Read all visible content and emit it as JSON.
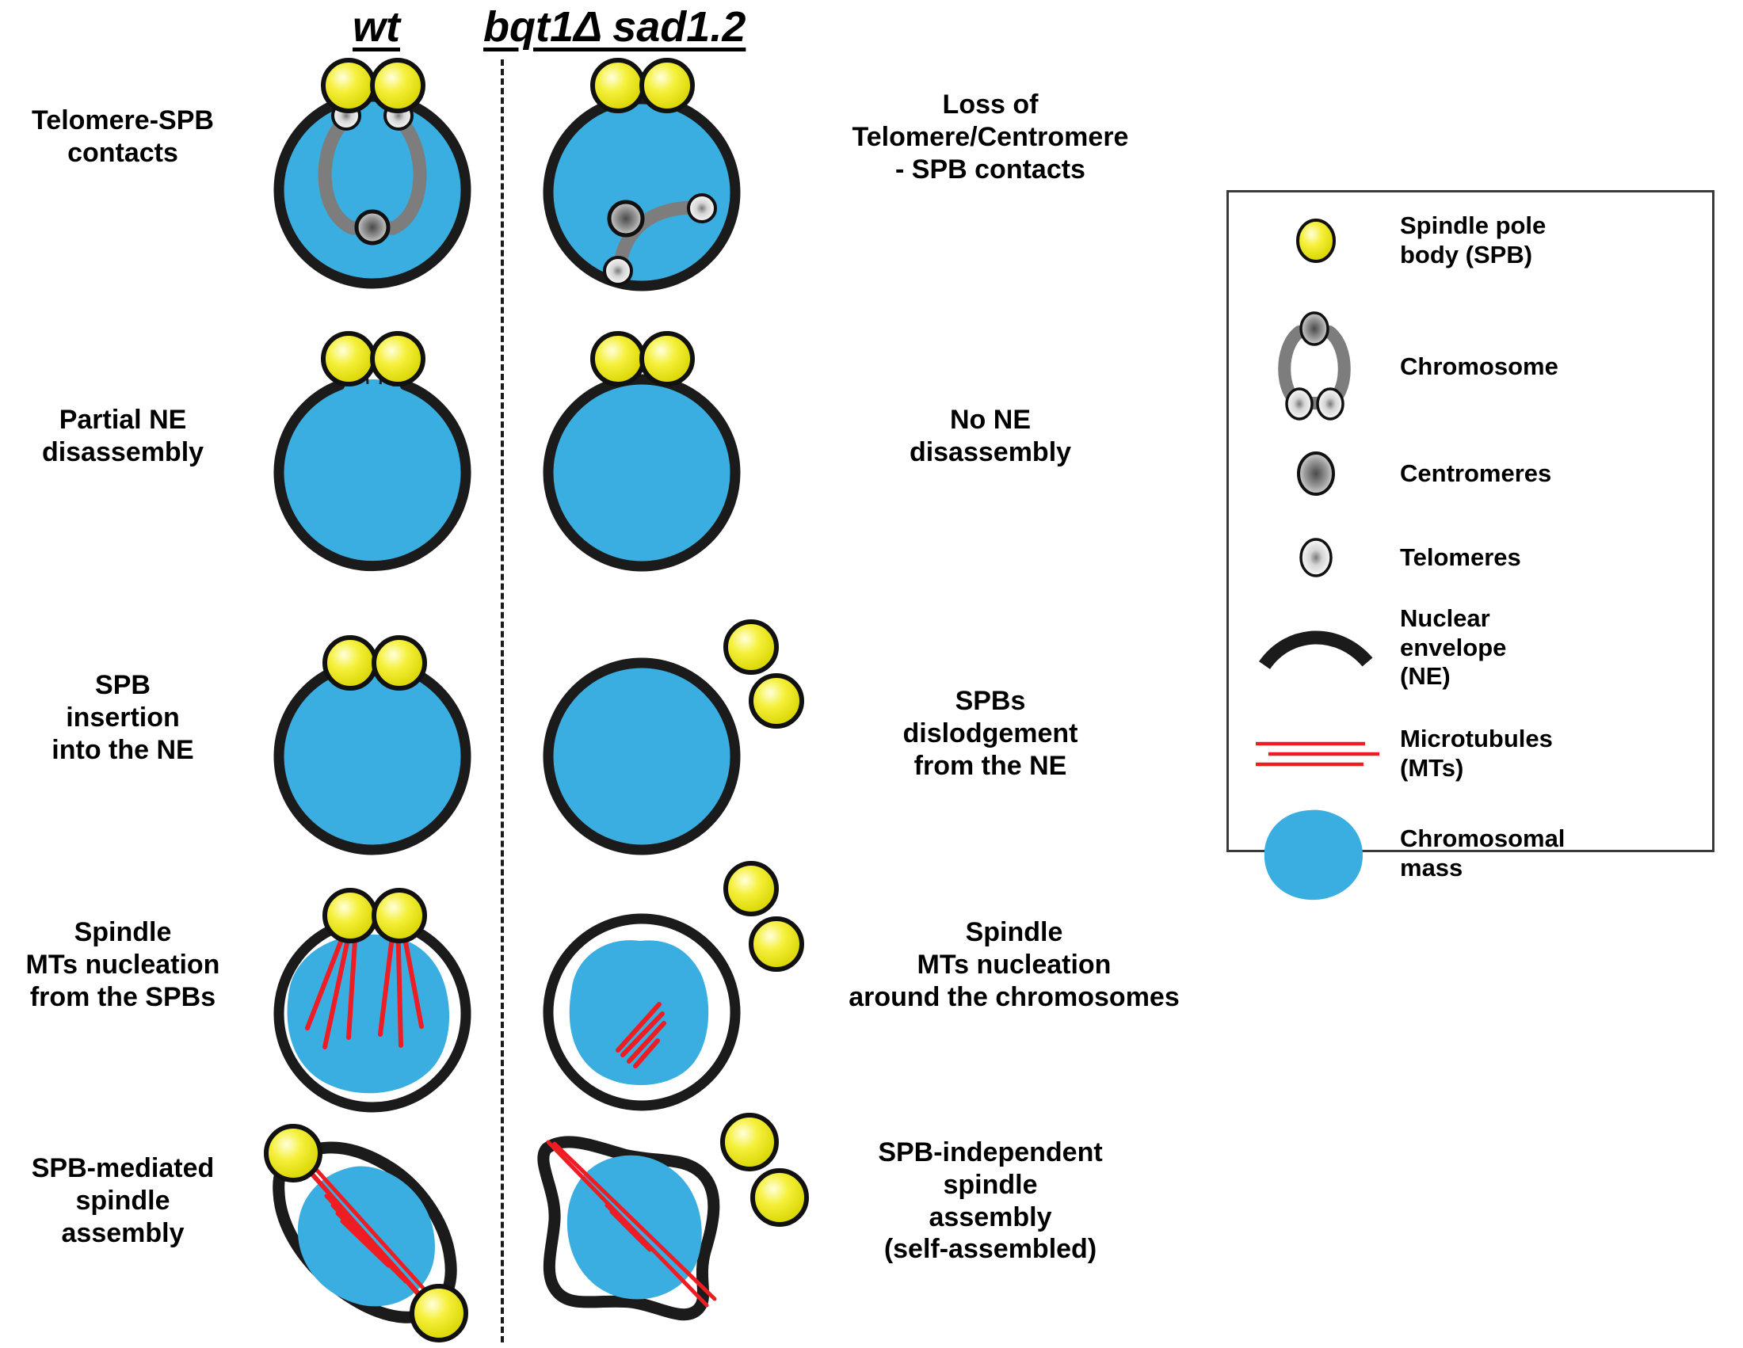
{
  "headers": {
    "wild_type": "wt",
    "mutant": "bqt1Δ sad1.2"
  },
  "colors": {
    "chromosomal_mass": "#3aaee0",
    "nuclear_envelope": "#1b1b1b",
    "spb": "#e8e400",
    "microtubule": "#ee1c23",
    "chromosome_arm": "#7d7d7d",
    "background": "#ffffff"
  },
  "rows": [
    {
      "left_label": "Telomere-SPB\ncontacts",
      "right_label": "Loss of\nTelomere/Centromere\n- SPB contacts",
      "wt_stage": "telomere-spb-contacts",
      "mutant_stage": "loss-of-telomere-centromere-spb-contacts"
    },
    {
      "left_label": "Partial NE\ndisassembly",
      "right_label": "No NE\ndisassembly",
      "wt_stage": "partial-ne-disassembly",
      "mutant_stage": "no-ne-disassembly"
    },
    {
      "left_label": "SPB\ninsertion\ninto the NE",
      "right_label": "SPBs\ndislodgement\nfrom the NE",
      "wt_stage": "spb-insertion-into-ne",
      "mutant_stage": "spb-dislodgement-from-ne"
    },
    {
      "left_label": "Spindle\nMTs nucleation\nfrom the SPBs",
      "right_label": "Spindle\nMTs nucleation\naround the chromosomes",
      "wt_stage": "spindle-mt-nucleation-from-spbs",
      "mutant_stage": "spindle-mt-nucleation-around-chromosomes"
    },
    {
      "left_label": "SPB-mediated\nspindle\nassembly",
      "right_label": "SPB-independent\nspindle\nassembly\n(self-assembled)",
      "wt_stage": "spb-mediated-spindle-assembly",
      "mutant_stage": "spb-independent-spindle-assembly"
    }
  ],
  "legend": {
    "items": [
      {
        "icon": "spb-sphere-icon",
        "label": "Spindle pole\nbody (SPB)"
      },
      {
        "icon": "chromosome-loop-icon",
        "label": "Chromosome"
      },
      {
        "icon": "centromere-sphere-icon",
        "label": "Centromeres"
      },
      {
        "icon": "telomere-sphere-icon",
        "label": "Telomeres"
      },
      {
        "icon": "nuclear-envelope-arc-icon",
        "label": "Nuclear\nenvelope\n(NE)"
      },
      {
        "icon": "microtubule-lines-icon",
        "label": "Microtubules\n(MTs)"
      },
      {
        "icon": "chromosomal-mass-blob-icon",
        "label": "Chromosomal\nmass"
      }
    ]
  }
}
